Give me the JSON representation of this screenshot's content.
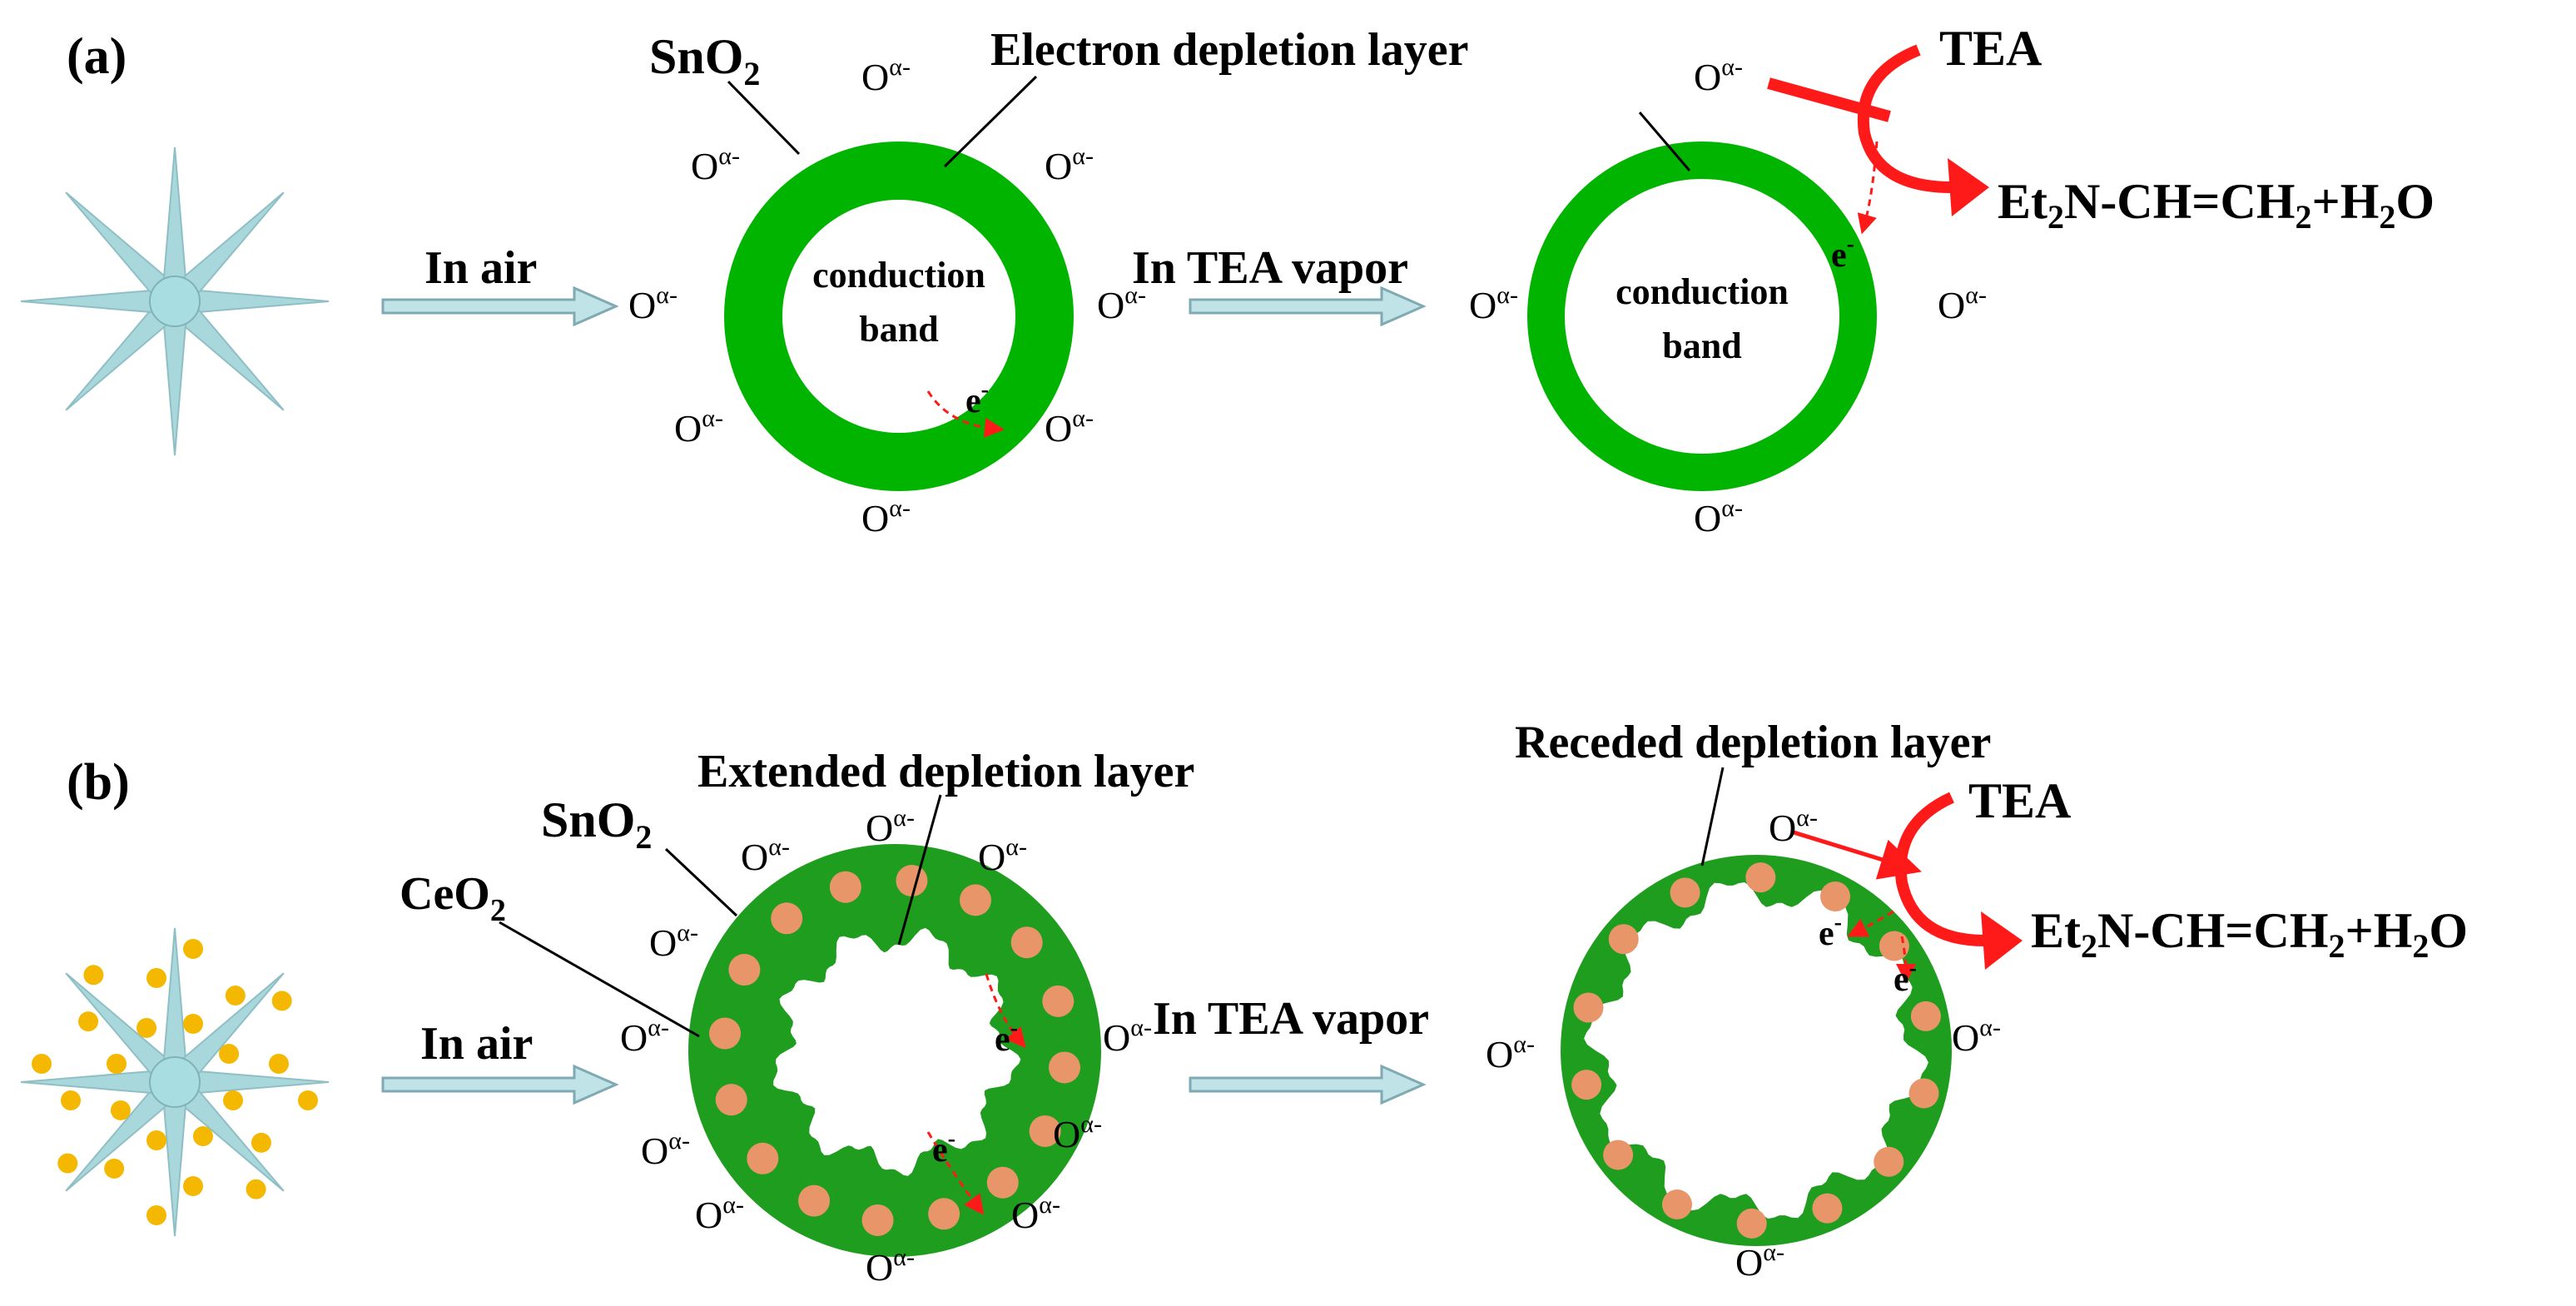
{
  "colors": {
    "shell": "#00b400",
    "shell_dark": "#1f9d1f",
    "ceo2_particle": "#e9956a",
    "nanorod": "#a8d8dc",
    "core": "#a8dde2",
    "dopant_dot": "#f5b800",
    "arrow_fill": "#bfe3e7",
    "arrow_stroke": "#7fa9b3",
    "reaction_arrow": "#ff1a1a"
  },
  "oxygen": {
    "base": "O",
    "sup": "α-"
  },
  "electron": {
    "base": "e",
    "sup": "-"
  },
  "panel_a": {
    "label": "(a)",
    "arrow1_label": "In air",
    "arrow2_label": "In TEA vapor",
    "shell_label": "SnO",
    "shell_label_sub": "2",
    "depletion_label": "Electron depletion layer",
    "conduction_line1": "conduction",
    "conduction_line2": "band",
    "gas_label": "TEA",
    "product_pre": "Et",
    "product_sub1": "2",
    "product_mid": "N-CH=CH",
    "product_sub2": "2",
    "product_mid2": "+H",
    "product_sub3": "2",
    "product_post": "O"
  },
  "panel_b": {
    "label": "(b)",
    "arrow1_label": "In air",
    "arrow2_label": "In TEA vapor",
    "shell_label": "SnO",
    "shell_label_sub": "2",
    "dopant_label": "CeO",
    "dopant_label_sub": "2",
    "extended_label": "Extended depletion layer",
    "receded_label": "Receded depletion layer",
    "gas_label": "TEA",
    "product_pre": "Et",
    "product_sub1": "2",
    "product_mid": "N-CH=CH",
    "product_sub2": "2",
    "product_mid2": "+H",
    "product_sub3": "2",
    "product_post": "O"
  }
}
